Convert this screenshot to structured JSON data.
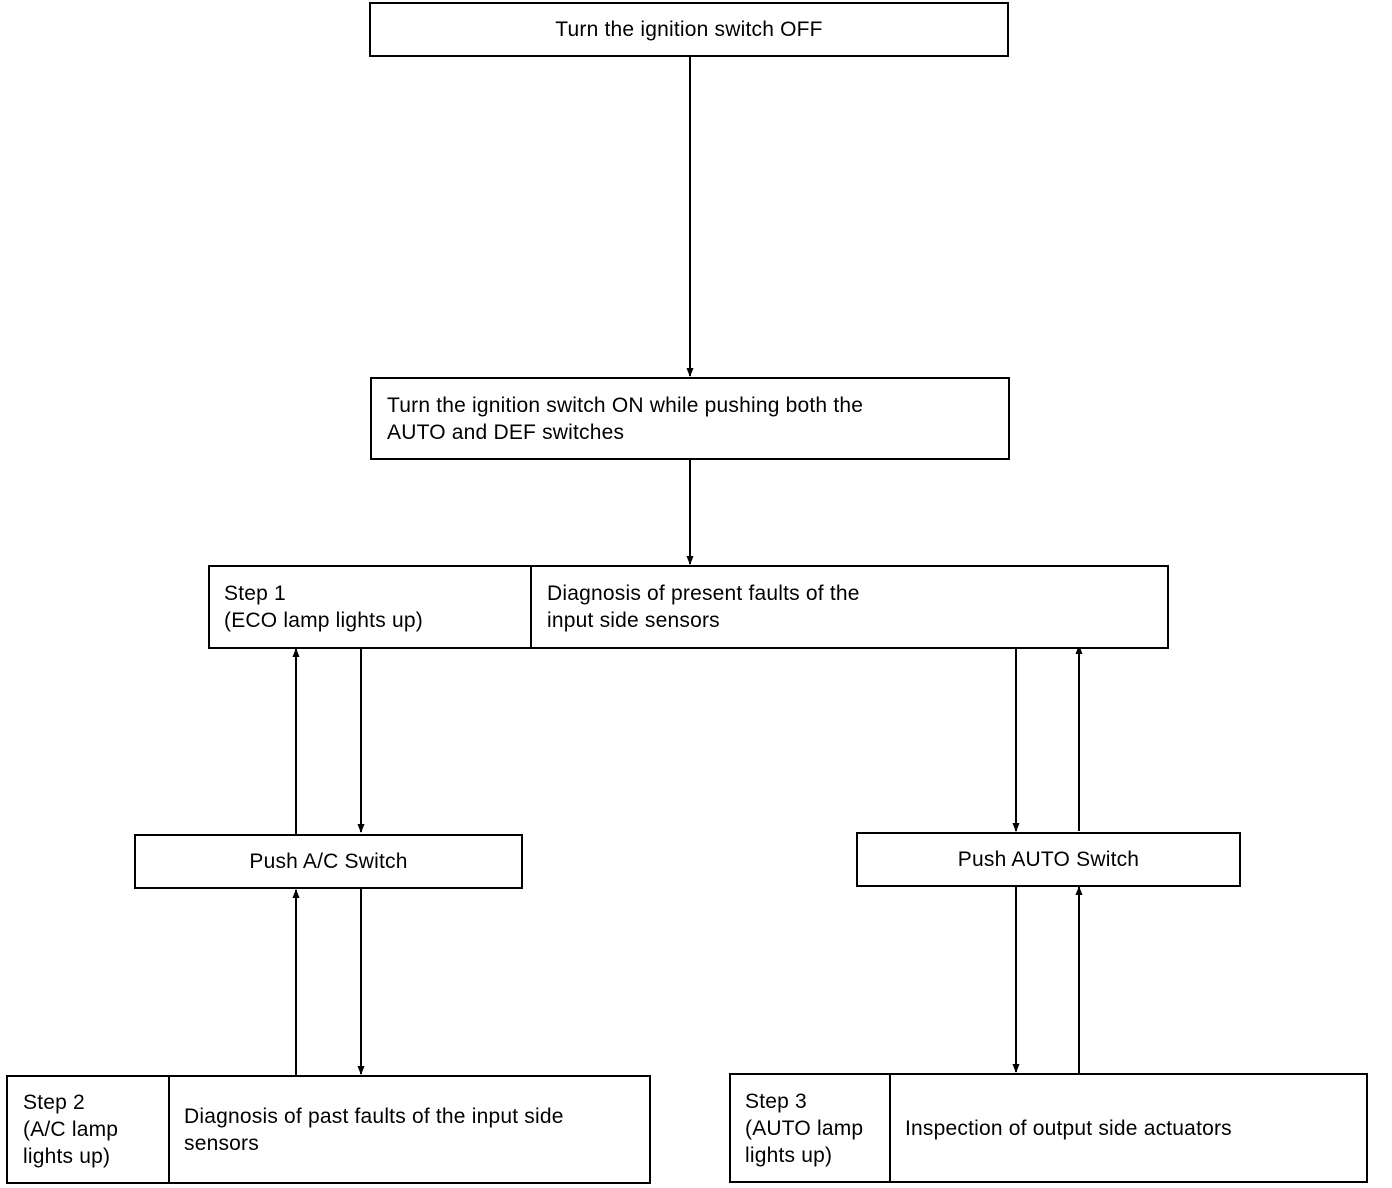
{
  "nodes": {
    "ignition_off": "Turn the ignition switch OFF",
    "ignition_on": "Turn the ignition switch ON while pushing both the\nAUTO and DEF switches",
    "step1": {
      "label": "Step 1\n(ECO lamp lights up)",
      "description": "Diagnosis of present faults of the\ninput side sensors"
    },
    "push_ac": "Push A/C Switch",
    "push_auto": "Push AUTO Switch",
    "step2": {
      "label": "Step 2\n(A/C lamp\nlights up)",
      "description": "Diagnosis of past faults of the input side\nsensors"
    },
    "step3": {
      "label": "Step 3\n(AUTO lamp\nlights up)",
      "description": "Inspection of output side actuators"
    }
  }
}
